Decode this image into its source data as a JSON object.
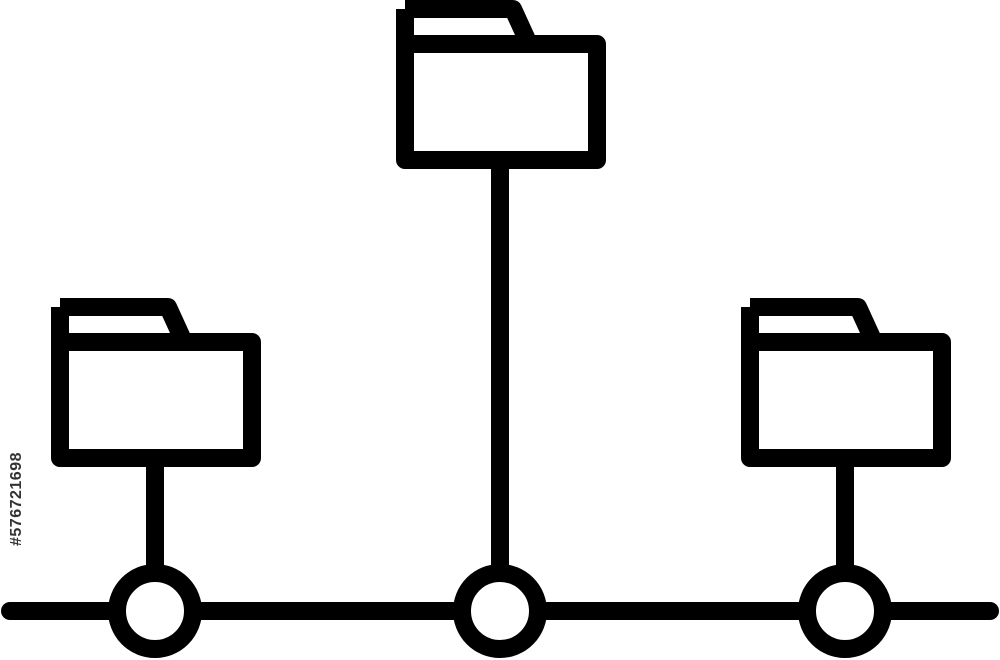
{
  "icon": {
    "name": "network-folders-icon",
    "colors": {
      "stroke": "#000000",
      "background": "#ffffff",
      "node_fill": "#ffffff"
    },
    "folders": [
      {
        "name": "folder-left-icon"
      },
      {
        "name": "folder-center-icon"
      },
      {
        "name": "folder-right-icon"
      }
    ],
    "nodes": [
      {
        "name": "network-node-left"
      },
      {
        "name": "network-node-center"
      },
      {
        "name": "network-node-right"
      }
    ]
  },
  "watermark": {
    "stock_id": "#576721698"
  }
}
